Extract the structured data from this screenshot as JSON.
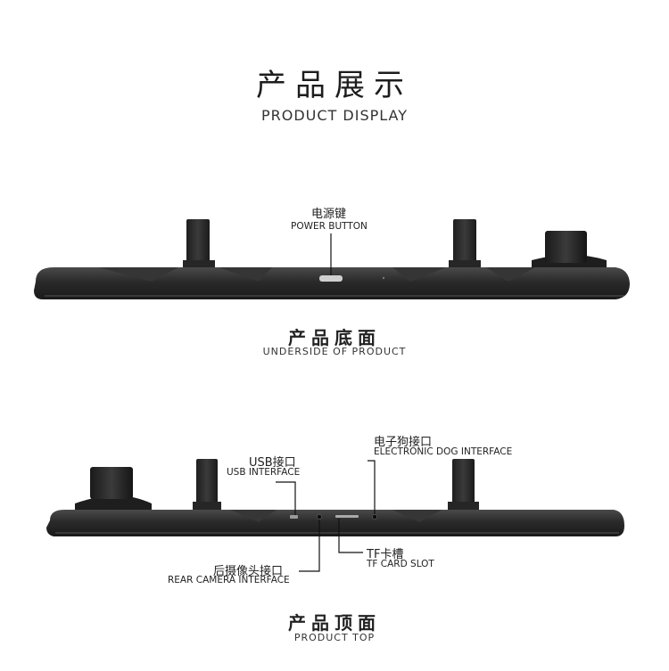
{
  "header": {
    "title_cn": "产品展示",
    "title_en": "PRODUCT DISPLAY"
  },
  "bottom_view": {
    "section_cn": "产品底面",
    "section_en": "UNDERSIDE OF PRODUCT",
    "power_label_cn": "电源键",
    "power_label_en": "POWER BUTTON"
  },
  "top_view": {
    "section_cn": "产品顶面",
    "section_en": "PRODUCT TOP",
    "usb_label_cn": "USB接口",
    "usb_label_en": "USB INTERFACE",
    "dog_label_cn": "电子狗接口",
    "dog_label_en": "ELECTRONIC DOG INTERFACE",
    "rear_cam_label_cn": "后摄像头接口",
    "rear_cam_label_en": "REAR CAMERA INTERFACE",
    "tf_label_cn": "TF卡槽",
    "tf_label_en": "TF CARD SLOT"
  },
  "colors": {
    "body": "#2b2b2b",
    "accent": "#111111"
  }
}
